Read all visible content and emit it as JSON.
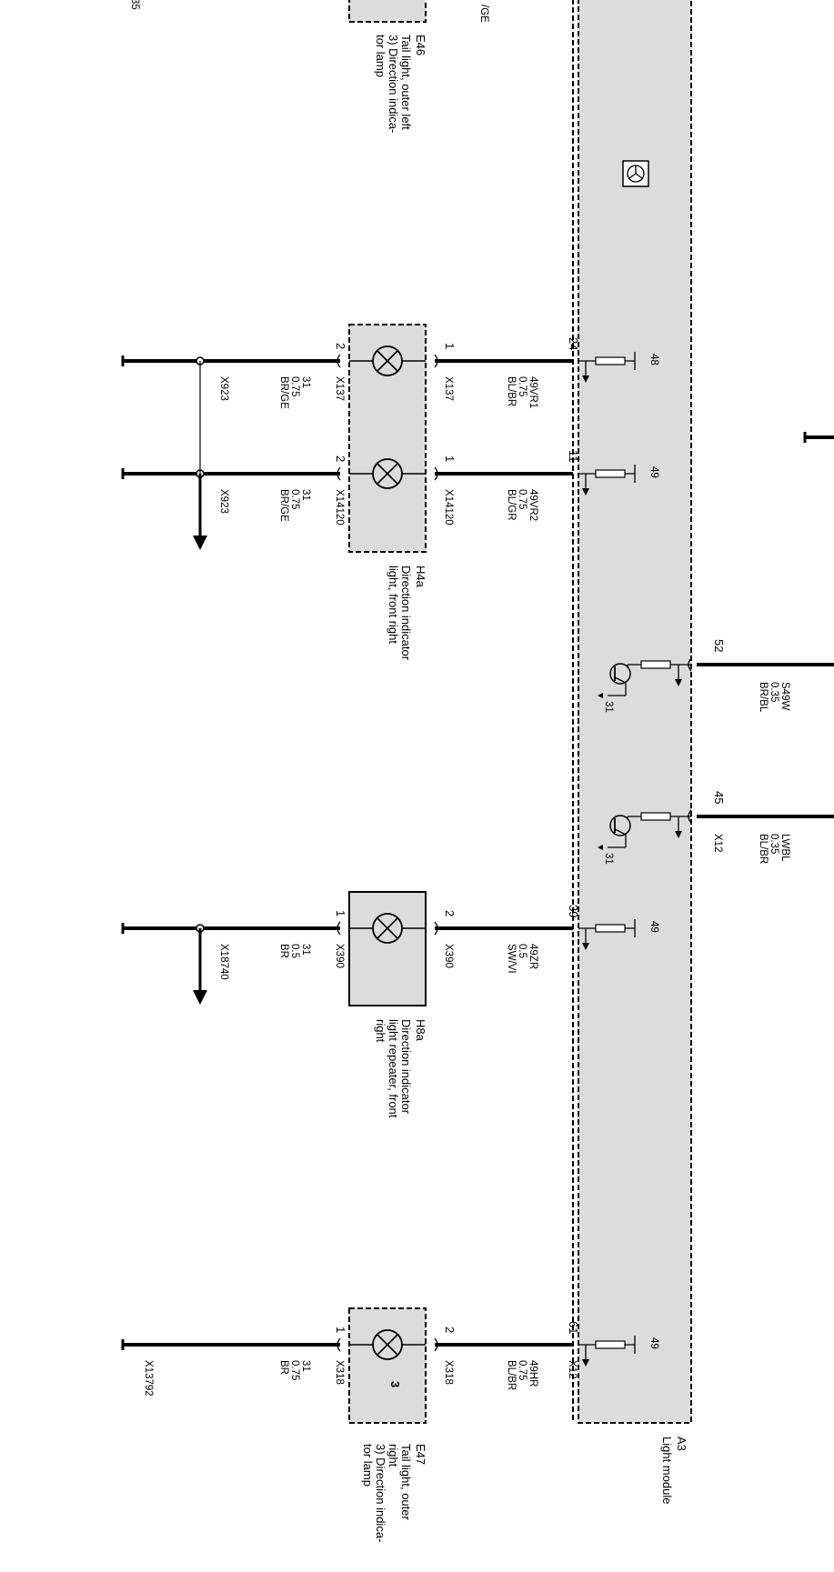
{
  "module": {
    "id": "A3",
    "name": "Light module"
  },
  "ground_symbol_label": "48",
  "transistor_ground_label": "31",
  "module_connector_label": "X12",
  "partial_top": {
    "text_a": "/GE",
    "text_b": "35"
  },
  "components": {
    "e46": {
      "id": "E46",
      "desc1": "Tail light, outer left",
      "desc2": "3) Direction indica-",
      "desc3": "tor lamp"
    },
    "h4a": {
      "id": "H4a",
      "desc1": "Direction indicator",
      "desc2": "light, front right"
    },
    "h8a": {
      "id": "H8a",
      "desc1": "Direction indicator",
      "desc2": "light repeater, front",
      "desc3": "right"
    },
    "e47": {
      "id": "E47",
      "desc1": "Tail light, outer",
      "desc2": "right",
      "desc3": "3) Direction indica-",
      "desc4": "tor lamp",
      "note": "3"
    }
  },
  "circuits": [
    {
      "pin": "24",
      "wire": "49VR1",
      "size": "0.75",
      "color": "BL/BR",
      "conn_in": "X137",
      "pin_in": "1",
      "conn_out": "X137",
      "pin_out": "2",
      "gnd_wire": "31",
      "gnd_size": "0.75",
      "gnd_color": "BR/GE",
      "ground_conn": "X923",
      "fuse": "48"
    },
    {
      "pin": "11",
      "wire": "49VR2",
      "size": "0.75",
      "color": "BL/GR",
      "conn_in": "X14120",
      "pin_in": "1",
      "conn_out": "X14120",
      "pin_out": "2",
      "gnd_wire": "31",
      "gnd_size": "0.75",
      "gnd_color": "BR/GE",
      "ground_conn": "X923",
      "fuse": "49"
    },
    {
      "pin": "39",
      "wire": "49ZR",
      "size": "0.5",
      "color": "SW/VI",
      "conn_in": "X390",
      "pin_in": "2",
      "conn_out": "X390",
      "pin_out": "1",
      "gnd_wire": "31",
      "gnd_size": "0.5",
      "gnd_color": "BR",
      "ground_conn": "X18740",
      "fuse": "49"
    },
    {
      "pin": "61",
      "wire": "49HR",
      "size": "0.75",
      "color": "BL/BR",
      "conn_in": "X318",
      "pin_in": "2",
      "conn_out": "X318",
      "pin_out": "1",
      "gnd_wire": "31",
      "gnd_size": "0.75",
      "gnd_color": "BR",
      "ground_conn": "X13792",
      "fuse": "49",
      "module_conn": "X12"
    }
  ],
  "outputs": [
    {
      "pin": "52",
      "wire": "S49W",
      "size": "0.35",
      "color": "BR/BL"
    },
    {
      "pin": "45",
      "wire": "LWBL",
      "size": "0.35",
      "color": "BL/BR",
      "conn": "X12"
    }
  ]
}
